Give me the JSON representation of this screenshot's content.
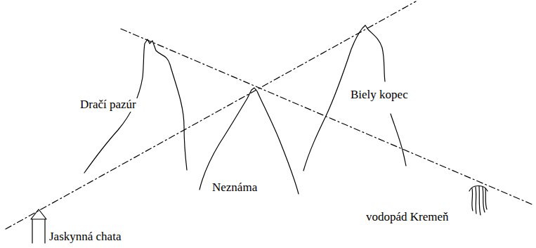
{
  "diagram": {
    "labels": [
      "Dračí pazúr",
      "Neznáma",
      "Biely kopec",
      "Jaskynná chata",
      "vodopád Kremeň"
    ]
  }
}
